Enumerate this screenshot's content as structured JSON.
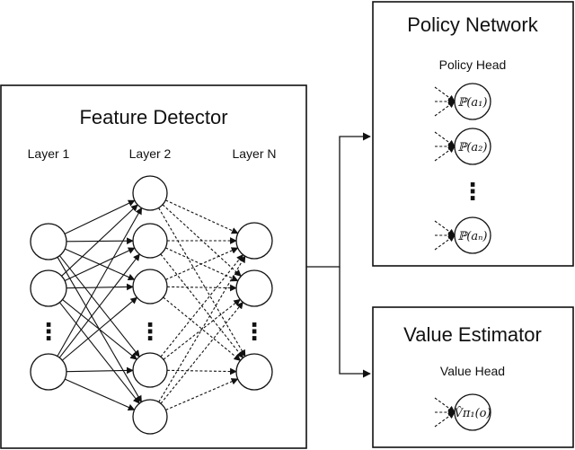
{
  "feature_detector": {
    "title": "Feature Detector",
    "layers": [
      "Layer 1",
      "Layer 2",
      "Layer N"
    ],
    "ellipsis": "⋮"
  },
  "policy_network": {
    "title": "Policy Network",
    "head_label": "Policy Head",
    "outputs": [
      "ℙ(a₁)",
      "ℙ(a₂)",
      "ℙ(aₙ)"
    ],
    "ellipsis": "⋮"
  },
  "value_estimator": {
    "title": "Value Estimator",
    "head_label": "Value Head",
    "output": "V̂π₁(o)"
  }
}
